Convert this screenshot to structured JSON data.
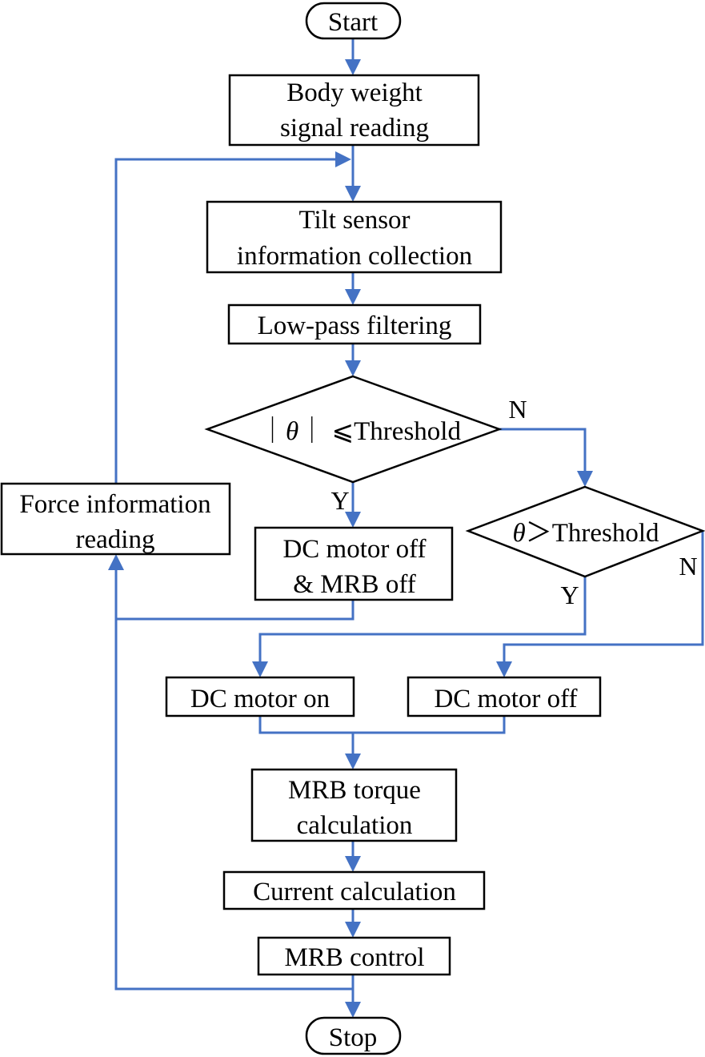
{
  "nodes": {
    "start": "Start",
    "body_weight": [
      "Body weight",
      "signal reading"
    ],
    "tilt_sensor": [
      "Tilt sensor",
      "information collection"
    ],
    "low_pass": "Low-pass filtering",
    "decision1": {
      "prefix": "｜",
      "symbol": "θ",
      "suffix": "｜ ⩽Threshold"
    },
    "force_info": [
      "Force information",
      "reading"
    ],
    "decision2": {
      "symbol": "θ",
      "suffix": "＞Threshold"
    },
    "dc_off_mrb_off": [
      "DC motor off",
      "& MRB off"
    ],
    "dc_on": "DC motor on",
    "dc_off": "DC motor off",
    "mrb_torque": [
      "MRB torque",
      "calculation"
    ],
    "current_calc": "Current calculation",
    "mrb_control": "MRB control",
    "stop": "Stop"
  },
  "edge_labels": {
    "d1_no": "N",
    "d1_yes": "Y",
    "d2_no": "N",
    "d2_yes": "Y"
  },
  "colors": {
    "arrow": "#4472C4",
    "outline": "#000000"
  }
}
